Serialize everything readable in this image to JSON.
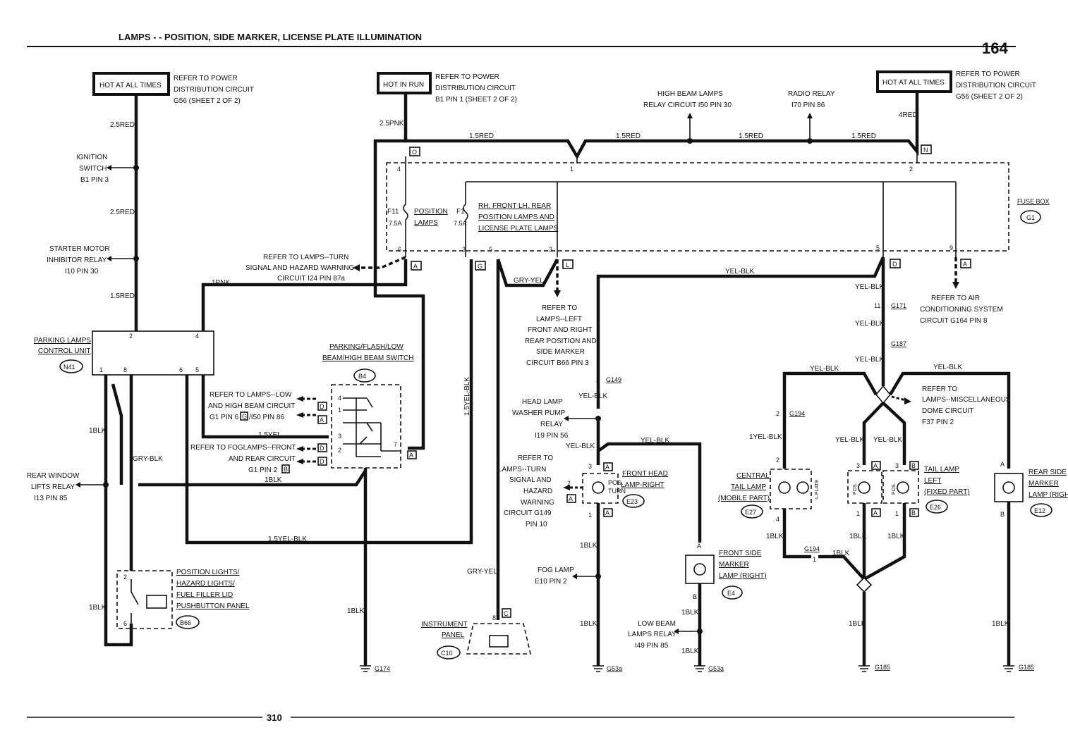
{
  "header": {
    "title": "LAMPS - - POSITION, SIDE MARKER, LICENSE PLATE ILLUMINATION",
    "model": "164",
    "page_number": "310"
  },
  "sources": {
    "hot_left": "HOT AT ALL TIMES",
    "hot_left_ref": [
      "REFER TO POWER",
      "DISTRIBUTION CIRCUIT",
      "G56 (SHEET 2 OF 2)"
    ],
    "hot_run": "HOT IN RUN",
    "hot_run_ref": [
      "REFER TO POWER",
      "DISTRIBUTION CIRCUIT",
      "B1 PIN 1 (SHEET 2 OF 2)"
    ],
    "hot_right": "HOT AT ALL TIMES",
    "hot_right_ref": [
      "REFER TO POWER",
      "DISTRIBUTION CIRCUIT",
      "G56 (SHEET 2 OF 2)"
    ]
  },
  "top_refs": {
    "high_beam": [
      "HIGH BEAM LAMPS",
      "RELAY CIRCUIT I50 PIN 30"
    ],
    "radio": [
      "RADIO RELAY",
      "I70 PIN 86"
    ]
  },
  "wires": {
    "w25red_a": "2.5RED",
    "w25red_b": "2.5RED",
    "w15red_left": "1.5RED",
    "w25pnk": "2.5PNK",
    "w15red_1": "1.5RED",
    "w15red_2": "1.5RED",
    "w15red_3": "1.5RED",
    "w15red_4": "1.5RED",
    "w4red": "4RED",
    "w1pnk": "1PNK",
    "yel_blk_top": "YEL-BLK",
    "gry_yel_top": "GRY-YEL",
    "w15yel": "1.5YEL",
    "w1blk_mid": "1BLK",
    "w15yelblk_vert": "1.5YEL-BLK",
    "w15yelblk_bottom": "1.5YEL-BLK",
    "w1blk_left": "1BLK",
    "gry_blk": "GRY-BLK",
    "w1blk_b66": "1BLK",
    "w1blk_g174": "1BLK",
    "gry_yel_ip": "GRY-YEL",
    "yel_blk_r1": "YEL-BLK",
    "yel_blk_r2": "YEL-BLK",
    "yel_blk_r3": "YEL-BLK",
    "yel_blk_l": "YEL-BLK",
    "yel_blk_rr": "YEL-BLK",
    "yel_blk_a": "YEL-BLK",
    "yel_blk_b": "YEL-BLK",
    "yel_blk_c": "YEL-BLK",
    "yel_blk_d": "YEL-BLK",
    "w1yelblk": "1YEL-BLK",
    "yel_blk_e": "YEL-BLK",
    "yel_blk_f": "YEL-BLK",
    "w1blk_e23": "1BLK",
    "w1blk_e23b": "1BLK",
    "w1blk_e4": "1BLK",
    "w1blk_e4b": "1BLK",
    "w1blk_e27": "1BLK",
    "w1blk_g194": "1BLK",
    "w1blk_e26a": "1BLK",
    "w1blk_e26b": "1BLK",
    "w1blk_g185": "1BLK",
    "w1blk_e12": "1BLK"
  },
  "left_refs": {
    "ignition": [
      "IGNITION",
      "SWITCH",
      "B1 PIN 3"
    ],
    "starter": [
      "STARTER MOTOR",
      "INHIBITOR RELAY",
      "I10 PIN 30"
    ],
    "rear_window": [
      "REAR WINDOW",
      "LIFTS RELAY",
      "I13 PIN 85"
    ]
  },
  "components": {
    "n41_label": [
      "PARKING LAMPS",
      "CONTROL UNIT"
    ],
    "n41_id": "N41",
    "b4_label": [
      "PARKING/FLASH/LOW",
      "BEAM/HIGH BEAM SWITCH"
    ],
    "b4_id": "B4",
    "b66_label": [
      "POSITION LIGHTS/",
      "HAZARD LIGHTS/",
      "FUEL FILLER LID",
      "PUSHBUTTON PANEL"
    ],
    "b66_id": "B66",
    "fuse_box_label": "FUSE BOX",
    "fuse_box_id": "G1",
    "f11_name": "F11",
    "f11_amp": "7.5A",
    "f11_desc": [
      "POSITION",
      "LAMPS"
    ],
    "f1_name": "F1",
    "f1_amp": "7.5A",
    "f1_desc": [
      "RH. FRONT LH. REAR",
      "POSITION LAMPS AND",
      "LICENSE PLATE LAMPS"
    ],
    "c10_label": [
      "INSTRUMENT",
      "PANEL"
    ],
    "c10_id": "C10",
    "e23_label": [
      "FRONT HEAD",
      "LAMP-RIGHT"
    ],
    "e23_id": "E23",
    "e23_bulb_pos": "POS.",
    "e23_bulb_turn": "TURN",
    "e4_label": [
      "FRONT SIDE",
      "MARKER",
      "LAMP (RIGHT)"
    ],
    "e4_id": "E4",
    "e27_label": [
      "CENTRAL",
      "TAIL LAMP",
      "(MOBILE PART)"
    ],
    "e27_id": "E27",
    "e27_plate": "L.PLATE",
    "e26_label": [
      "TAIL LAMP",
      "LEFT",
      "(FIXED PART)"
    ],
    "e26_id": "E26",
    "e26_pos": "POS.",
    "e12_label": [
      "REAR SIDE",
      "MARKER",
      "LAMP (RIGH"
    ],
    "e12_id": "E12"
  },
  "refs": {
    "turn_signal": [
      "REFER TO LAMPS--TURN",
      "SIGNAL AND HAZARD WARNING",
      "CIRCUIT I24 PIN 87a"
    ],
    "low_high": [
      "REFER TO LAMPS--LOW",
      "AND HIGH BEAM CIRCUIT",
      "G1 PIN 6",
      "G",
      "/I50 PIN 86"
    ],
    "foglamps": [
      "REFER TO FOGLAMPS--FRONT",
      "AND REAR CIRCUIT",
      "G1 PIN 2",
      "B"
    ],
    "left_front": [
      "REFER TO",
      "LAMPS--LEFT",
      "FRONT AND RIGHT",
      "REAR POSITION AND",
      "SIDE MARKER",
      "CIRCUIT B66 PIN 3"
    ],
    "head_washer": [
      "HEAD LAMP",
      "WASHER PUMP",
      "RELAY",
      "I19 PIN 56"
    ],
    "turn_hazard": [
      "REFER TO",
      "LAMPS--TURN",
      "SIGNAL AND",
      "HAZARD",
      "WARNING",
      "CIRCUIT G149",
      "PIN 10"
    ],
    "fog_lamp": [
      "FOG LAMP",
      "E10 PIN 2"
    ],
    "low_beam": [
      "LOW BEAM",
      "LAMPS RELAY",
      "I49 PIN 85"
    ],
    "ac": [
      "REFER TO AIR",
      "CONDITIONING SYSTEM",
      "CIRCUIT G164 PIN 8"
    ],
    "dome": [
      "REFER TO",
      "LAMPS--MISCELLANEOUS",
      "DOME CIRCUIT",
      "F37 PIN 2"
    ]
  },
  "connectors": {
    "O": "O",
    "N": "N",
    "A1": "A",
    "G": "G",
    "L": "L",
    "D": "D",
    "A2": "A",
    "C": "C",
    "D1": "D",
    "A3": "A",
    "D2": "D",
    "D3": "D",
    "A4": "A",
    "e23_a1": "A",
    "e23_a2": "A",
    "e23_a3": "A",
    "e26_a1": "A",
    "e26_b1": "B",
    "e26_a2": "A",
    "e26_b2": "B"
  },
  "pins": {
    "fb4": "4",
    "fb1": "1",
    "fb2": "2",
    "fb6": "6",
    "fb3a": "3",
    "fb5": "5",
    "fb3b": "3",
    "fb5r": "5",
    "fb9": "9",
    "n2": "2",
    "n4": "4",
    "n1": "1",
    "n8": "8",
    "n6": "6",
    "n5": "5",
    "b4_4": "4",
    "b4_1": "1",
    "b4_3": "3",
    "b4_2": "2",
    "b4_7": "7",
    "b66_2": "2",
    "b66_6": "6",
    "c10_8": "8",
    "e23_3": "3",
    "e23_2": "2",
    "e23_1": "1",
    "e4_a": "A",
    "e4_b": "B",
    "e27_2": "2",
    "e27_4": "4",
    "e26_3a": "3",
    "e26_3b": "3",
    "e26_1a": "1",
    "e26_1b": "1",
    "e12_a": "A",
    "e12_b": "B",
    "g149_pin": "3",
    "g171_pin": "11",
    "g194_pin": "2",
    "g194b_pin": "1"
  },
  "grounds": {
    "g174": "G174",
    "g53a_1": "G53a",
    "g53a_2": "G53a",
    "g185_1": "G185",
    "g185_2": "G185"
  },
  "splices": {
    "g149": "G149",
    "g171": "G171",
    "g187": "G187",
    "g194": "G194",
    "g194b": "G194"
  },
  "colors": {
    "ink": "#111111",
    "paper": "#ffffff"
  }
}
